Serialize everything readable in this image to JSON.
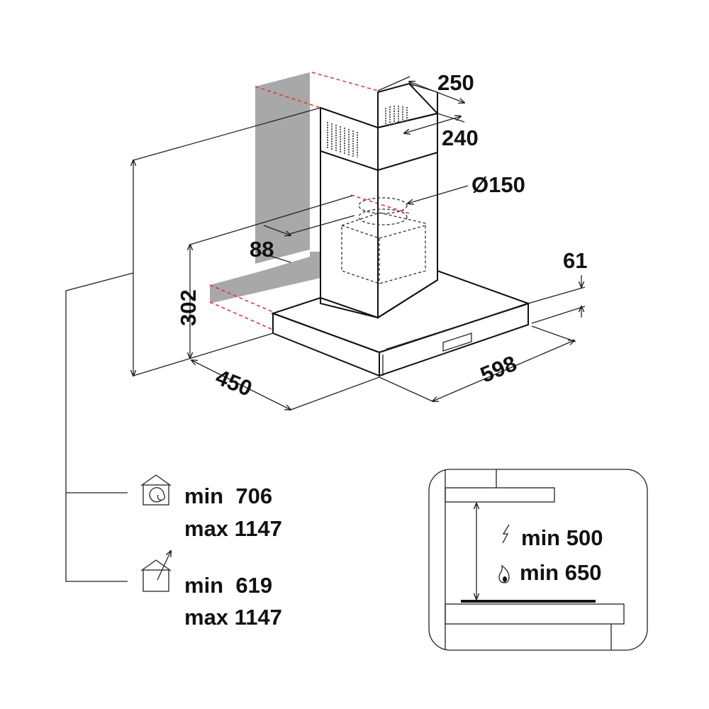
{
  "dimensions": {
    "chimney_width": "250",
    "chimney_depth": "240",
    "outlet_diameter": "Ø150",
    "outlet_offset": "88",
    "hood_height": "302",
    "hood_depth": "450",
    "hood_width": "598",
    "hood_thickness": "61"
  },
  "installation_heights": {
    "recirculation": {
      "icon": "house-recirculation-icon",
      "min": "min  706",
      "max": "max 1147"
    },
    "extraction": {
      "icon": "house-extraction-icon",
      "min": "min  619",
      "max": "max 1147"
    }
  },
  "clearance": {
    "electric": {
      "icon": "lightning-icon",
      "label": "min 500"
    },
    "gas": {
      "icon": "flame-icon",
      "label": "min 650"
    }
  },
  "colors": {
    "wall": "#a8a8a8",
    "reference_lines": "#e03030",
    "lines": "#222222"
  }
}
